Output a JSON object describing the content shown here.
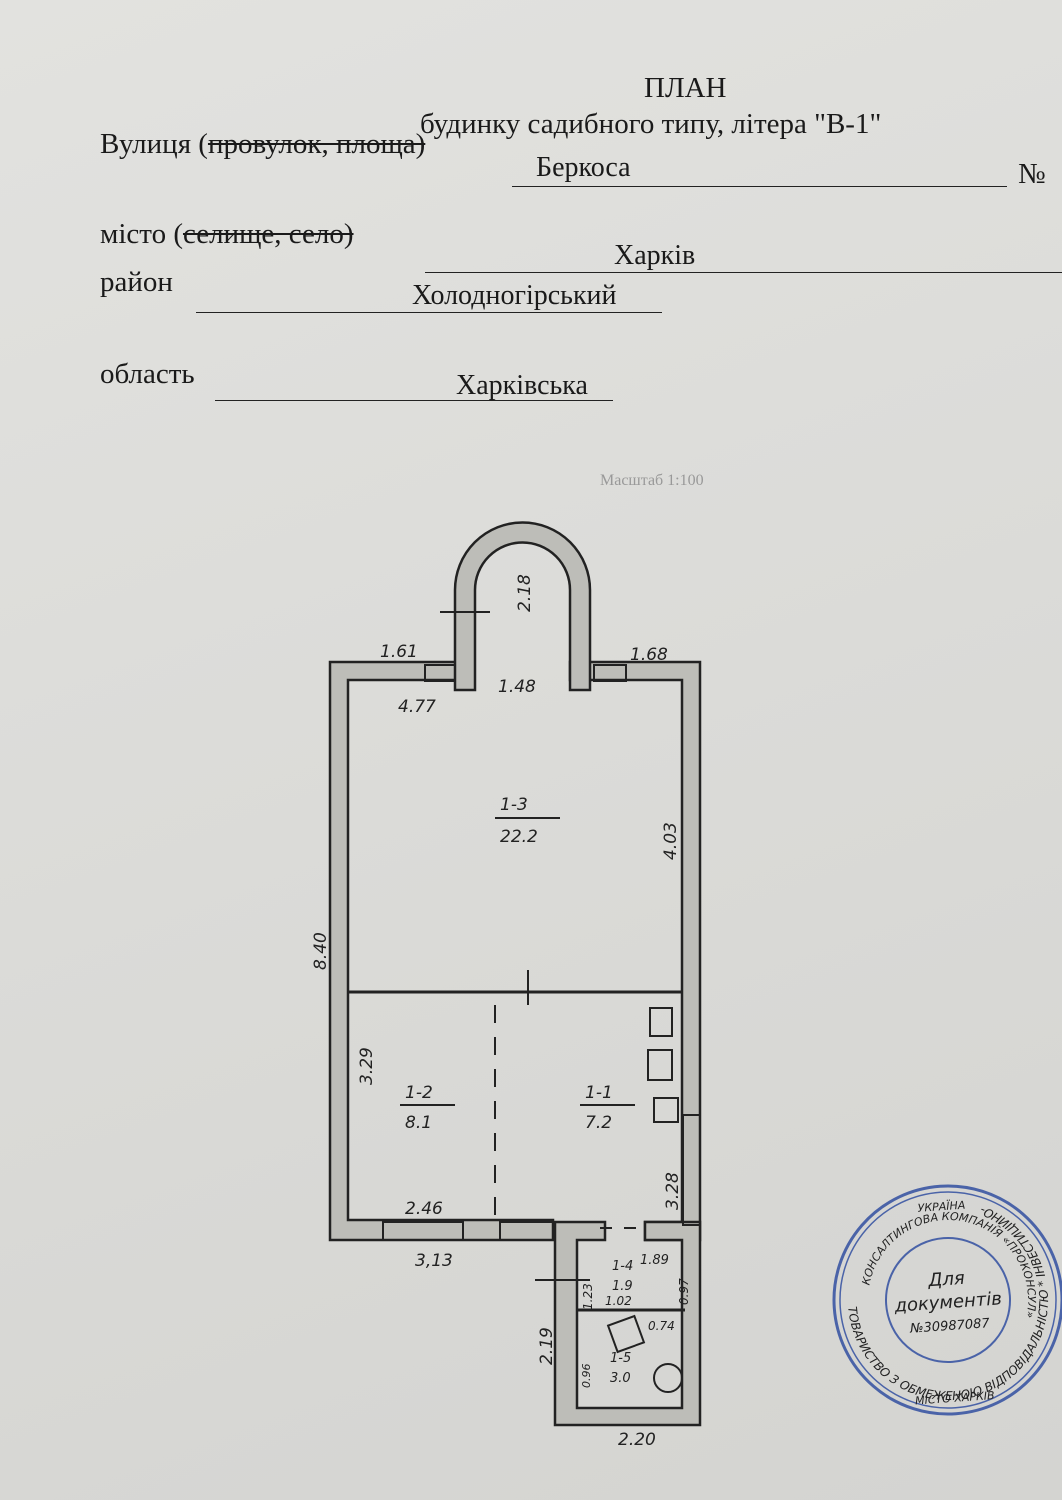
{
  "header": {
    "title": "ПЛАН",
    "subtitle": "будинку садибного типу, літера \"В-1\""
  },
  "fields": {
    "street_label": "Вулиця (",
    "street_struck": "провулок, площа)",
    "street_value": "Беркоса",
    "number_label": "№",
    "city_label": "місто (",
    "city_struck": "селище, село)",
    "city_value": "Харків",
    "district_label": "район",
    "district_value": "Холодногірський",
    "region_label": "область",
    "region_value": "Харківська"
  },
  "scale": "Масштаб 1:100",
  "plan": {
    "rooms": [
      {
        "id": "1-3",
        "area": "22.2"
      },
      {
        "id": "1-2",
        "area": "8.1"
      },
      {
        "id": "1-1",
        "area": "7.2"
      },
      {
        "id": "1-4",
        "area": "1.9"
      },
      {
        "id": "1-5",
        "area": "3.0"
      }
    ],
    "dimensions": {
      "d218": "2.18",
      "d161": "1.61",
      "d168": "1.68",
      "d148": "1.48",
      "d477": "4.77",
      "d403": "4.03",
      "d840": "8.40",
      "d329": "3.29",
      "d328": "3.28",
      "d246": "2.46",
      "d313": "3,13",
      "d189": "1.89",
      "d219": "2.19",
      "d220": "2.20",
      "d123": "1.23",
      "d102": "1.02",
      "d097": "0.97",
      "d074": "0.74",
      "d096": "0.96"
    }
  },
  "stamp": {
    "outer_text": "ТОВАРИСТВО З ОБМЕЖЕНОЮ ВІДПОВІДАЛЬНІСТЮ * ІНВЕСТИЦІЙНО-",
    "inner_ring": "КОНСАЛТИНГОВА КОМПАНІЯ «ПРОКОНСУЛ»",
    "top": "УКРАЇНА",
    "bottom": "МІСТО ХАРКІВ",
    "center1": "Для",
    "center2": "документів",
    "code": "№30987087",
    "color": "#4a63a8"
  }
}
